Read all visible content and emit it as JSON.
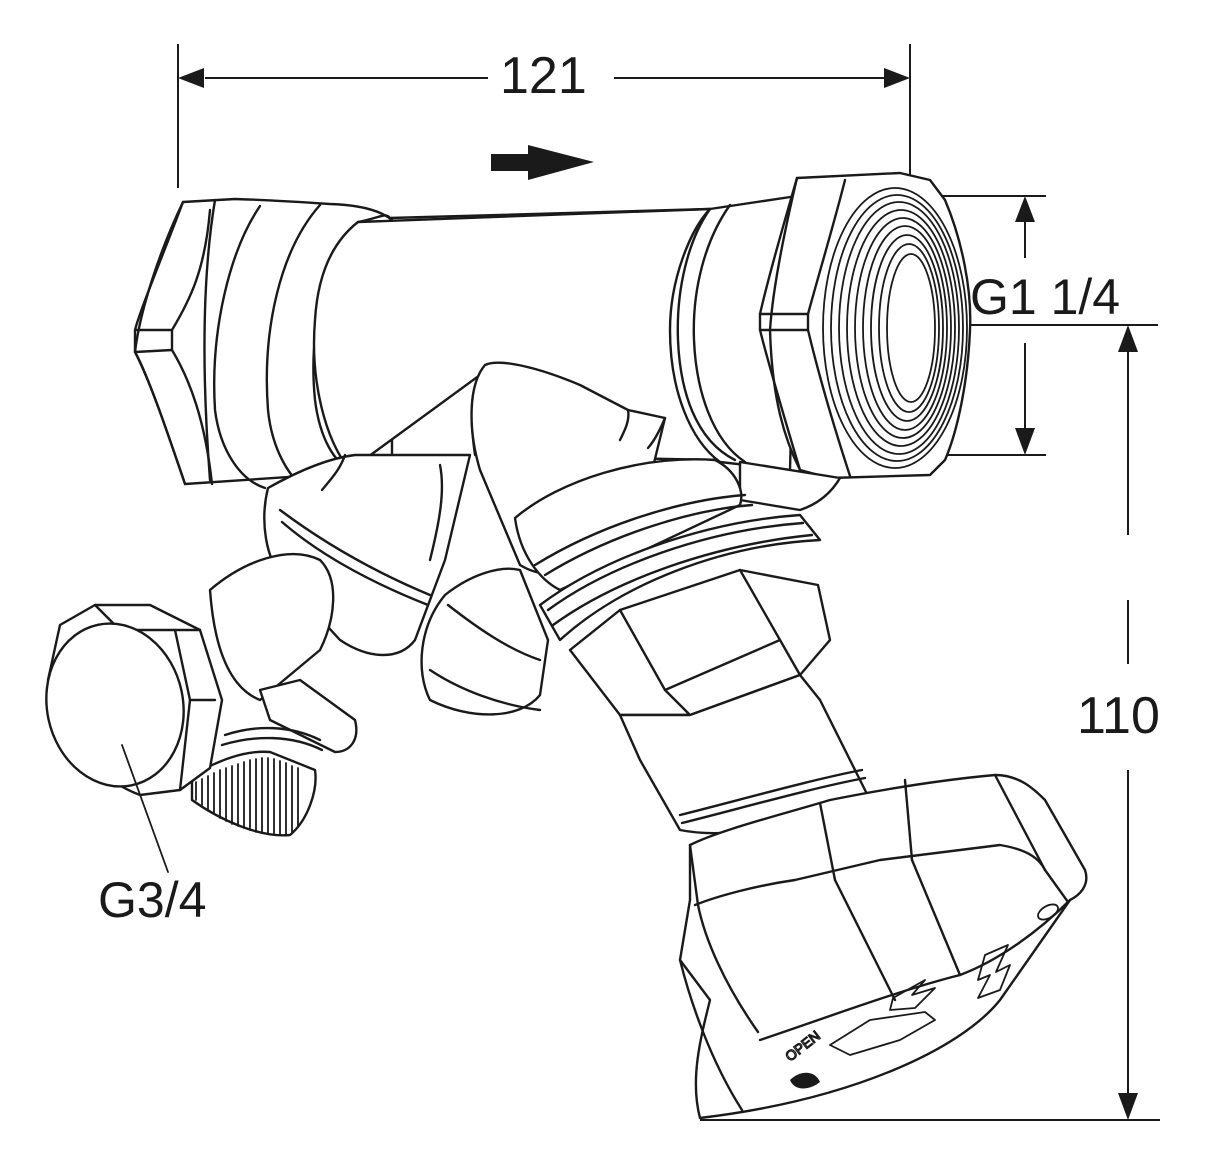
{
  "drawing": {
    "type": "technical dimension drawing",
    "subject": "balancing valve with drain cock and handwheel",
    "line_color": "#1a1a1a",
    "background_color": "#ffffff"
  },
  "dimensions": {
    "length": {
      "value": "121",
      "orientation": "horizontal"
    },
    "height": {
      "value": "110",
      "orientation": "vertical"
    }
  },
  "thread_labels": {
    "main_connection": "G1 1/4",
    "drain_connection": "G3/4"
  },
  "flow_direction": {
    "icon": "arrow-right-icon",
    "direction": "left-to-right"
  },
  "handwheel": {
    "engraving": "OPEN"
  }
}
